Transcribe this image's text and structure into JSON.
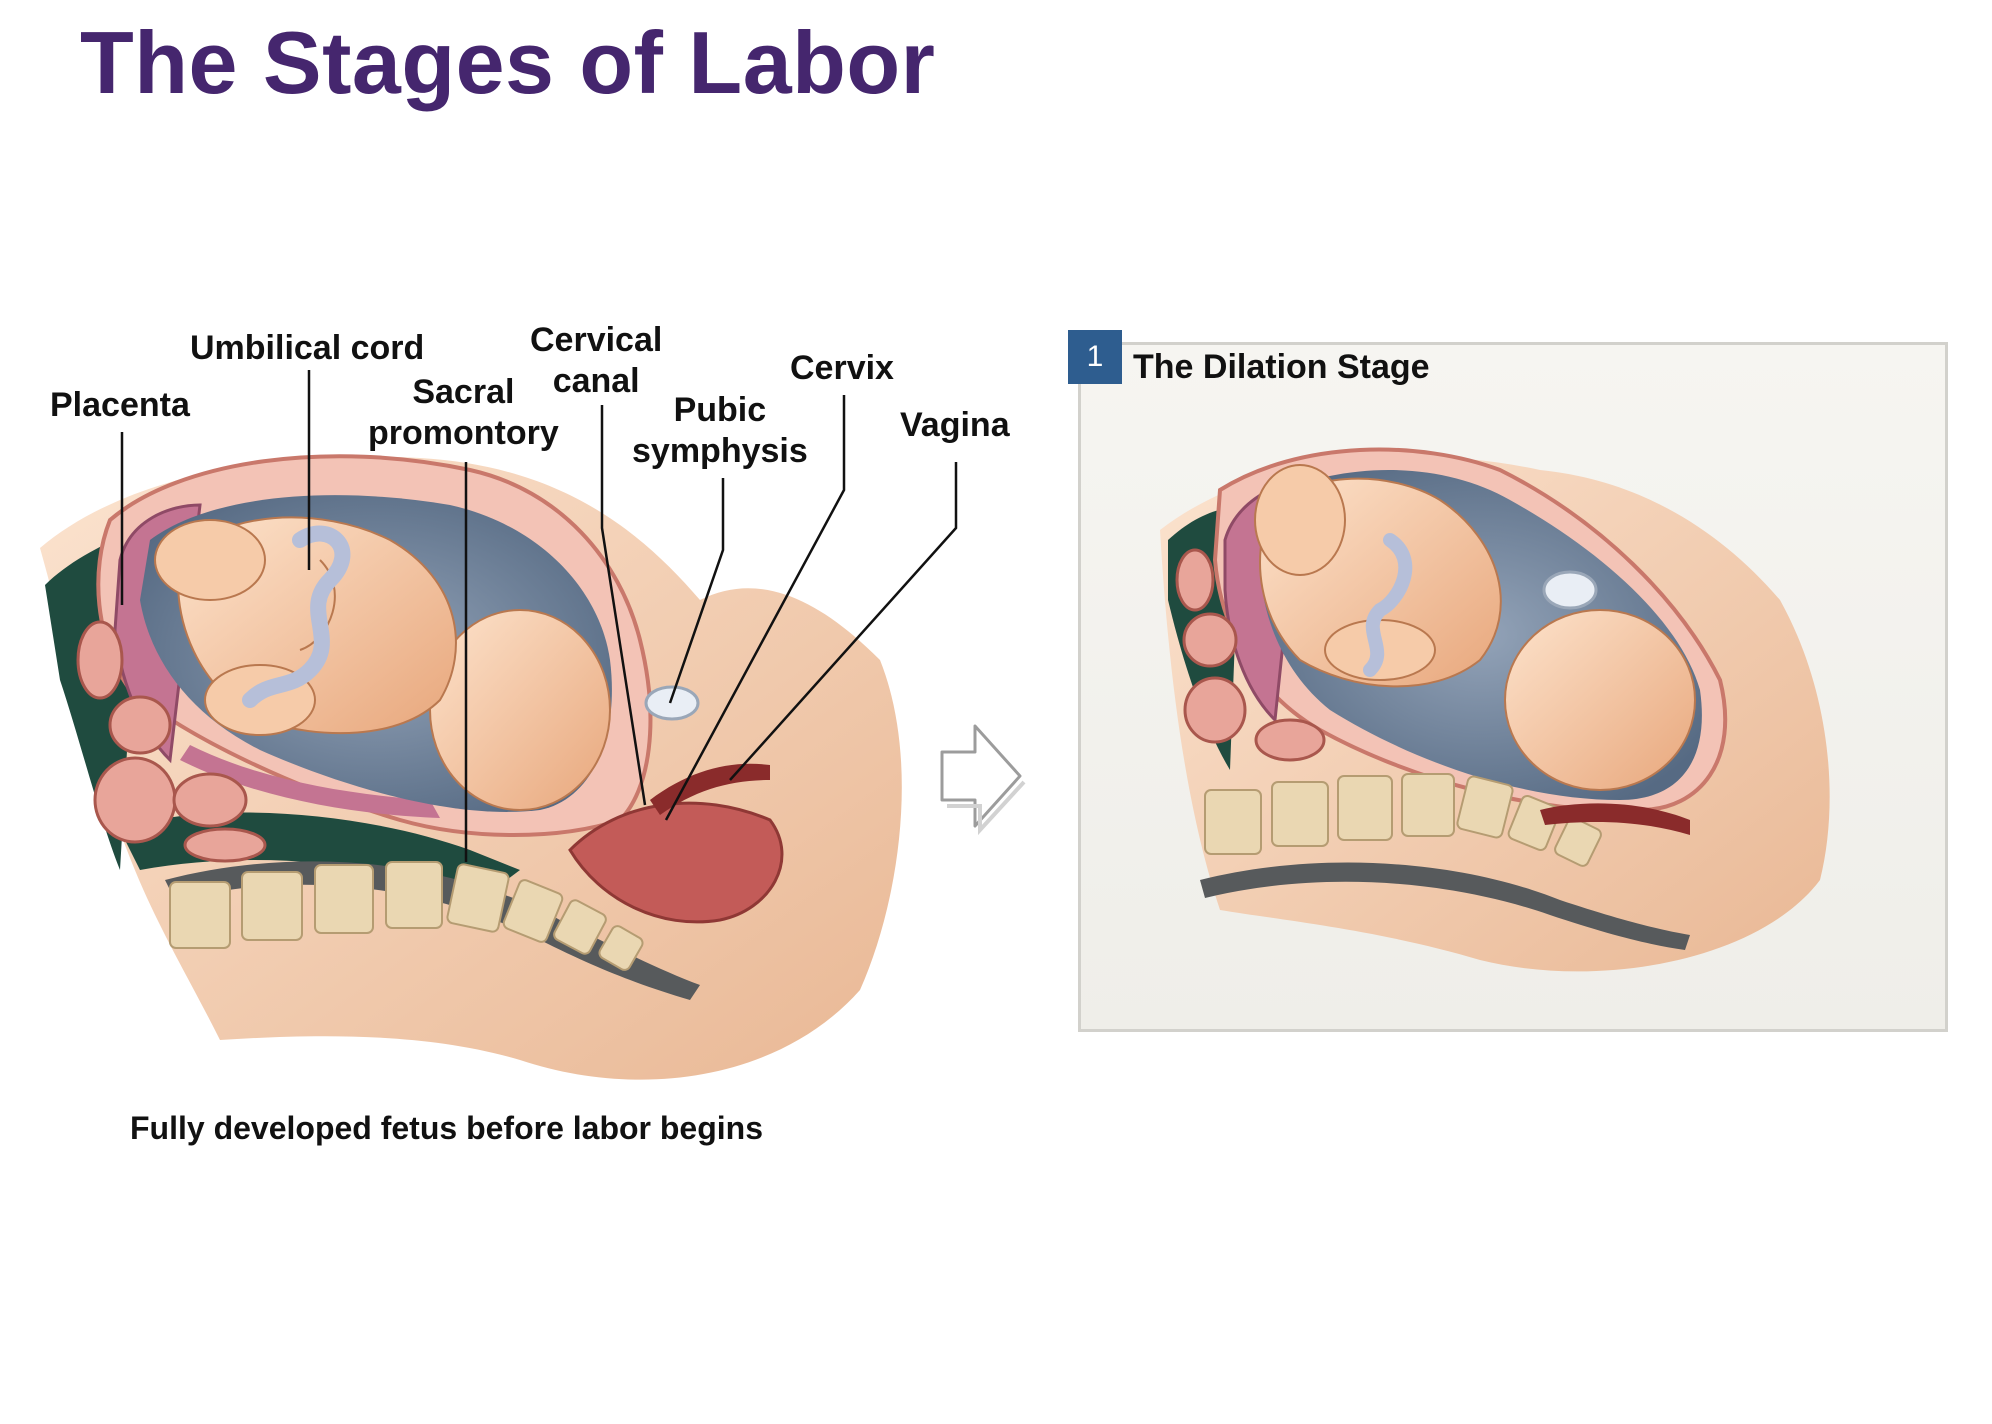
{
  "slide": {
    "title": "The Stages of Labor"
  },
  "left_figure": {
    "labels": {
      "placenta": "Placenta",
      "umbilical_cord": "Umbilical cord",
      "sacral_line1": "Sacral",
      "sacral_line2": "promontory",
      "cervical_line1": "Cervical",
      "cervical_line2": "canal",
      "pubic_line1": "Pubic",
      "pubic_line2": "symphysis",
      "cervix": "Cervix",
      "vagina": "Vagina"
    },
    "caption": "Fully developed fetus before labor begins"
  },
  "right_panel": {
    "step_number": "1",
    "step_title": "The Dilation Stage"
  },
  "icons": {
    "arrow": "right-arrow-icon"
  }
}
